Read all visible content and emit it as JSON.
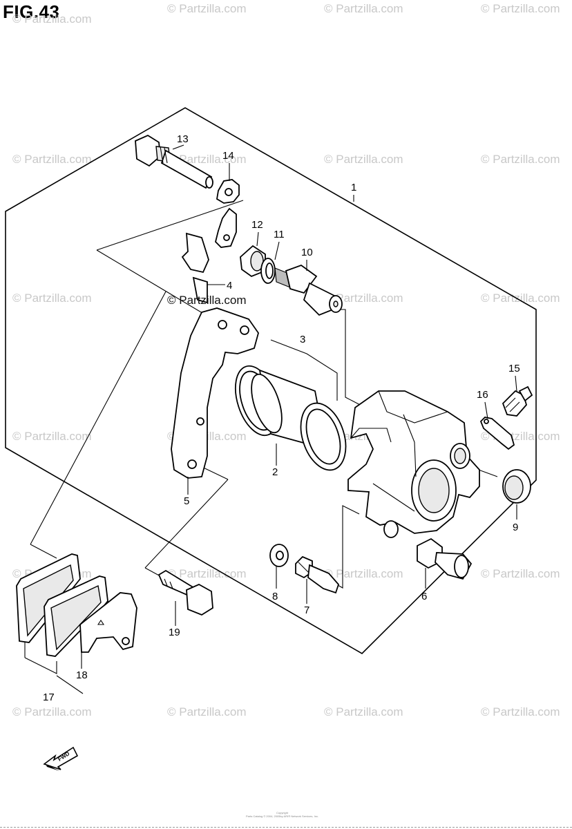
{
  "figure": {
    "title": "FIG.43"
  },
  "watermark": {
    "text": "© Partzilla.com",
    "highlight_text": "© Partzilla.com"
  },
  "callouts": {
    "c1": "1",
    "c2": "2",
    "c3": "3",
    "c4": "4",
    "c5": "5",
    "c6": "6",
    "c7": "7",
    "c8": "8",
    "c9": "9",
    "c10": "10",
    "c11": "11",
    "c12": "12",
    "c13": "13",
    "c14": "14",
    "c15": "15",
    "c16": "16",
    "c17": "17",
    "c18": "18",
    "c19": "19"
  },
  "direction_marker": {
    "label": "FWD",
    "icon": "fwd-arrow-icon"
  },
  "footer": {
    "line1": "Copyright",
    "line2": "Parts Catalog © 2004, 2005by ARI® Network Services, Inc."
  },
  "colors": {
    "ink": "#000000",
    "watermark": "#c8c8c8"
  }
}
